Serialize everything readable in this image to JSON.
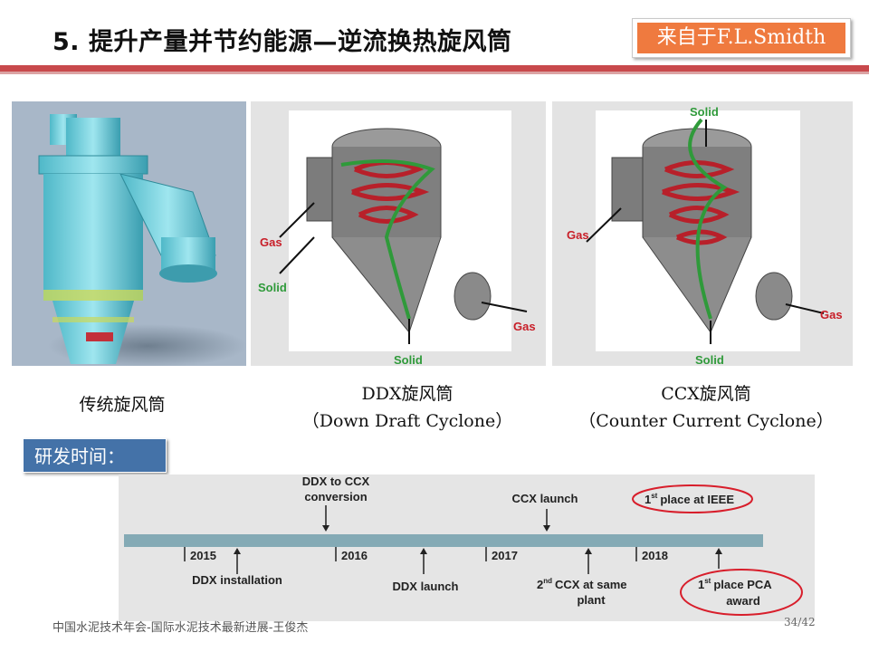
{
  "slide": {
    "title": "5. 提升产量并节约能源—逆流换热旋风筒",
    "source_badge": "来自于F.L.Smidth",
    "colors": {
      "rule": "#c8494c",
      "badge": "#ef7a3f",
      "section": "#4472a8"
    }
  },
  "panels": {
    "traditional": {
      "caption": "传统旋风筒"
    },
    "ddx": {
      "caption_title": "DDX旋风筒",
      "caption_sub": "（Down Draft Cyclone）",
      "labels": {
        "gas_in": "Gas",
        "solid_in": "Solid",
        "gas_out": "Gas",
        "solid_out": "Solid"
      }
    },
    "ccx": {
      "caption_title": "CCX旋风筒",
      "caption_sub": "（Counter Current Cyclone）",
      "labels": {
        "solid_in": "Solid",
        "gas_in": "Gas",
        "gas_out": "Gas",
        "solid_out": "Solid"
      }
    }
  },
  "section_label": "研发时间：",
  "timeline": {
    "years": [
      "2015",
      "2016",
      "2017",
      "2018"
    ],
    "events_above": [
      {
        "line1": "DDX to CCX",
        "line2": "conversion"
      },
      {
        "line1": "CCX launch"
      },
      {
        "line1": "place at IEEE",
        "ordinal": "1",
        "sup": "st"
      }
    ],
    "events_below": [
      {
        "line1": "DDX installation"
      },
      {
        "line1": "DDX launch"
      },
      {
        "line1": "CCX at same",
        "line2": "plant",
        "ordinal": "2",
        "sup": "nd"
      },
      {
        "line1": "place PCA",
        "line2": "award",
        "ordinal": "1",
        "sup": "st"
      }
    ]
  },
  "footer": {
    "text": "中国水泥技术年会-国际水泥技术最新进展-王俊杰",
    "page": "34/42"
  }
}
